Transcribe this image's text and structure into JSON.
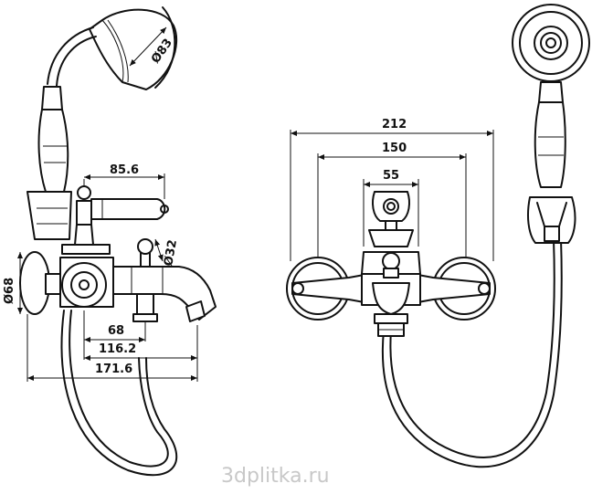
{
  "dimensions": {
    "d83": "Ø83",
    "d32": "Ø32",
    "d68": "Ø68",
    "w85_6": "85.6",
    "w68": "68",
    "w116_2": "116.2",
    "w171_6": "171.6",
    "w212": "212",
    "w150": "150",
    "w55": "55"
  },
  "watermark": "3dplitka.ru"
}
